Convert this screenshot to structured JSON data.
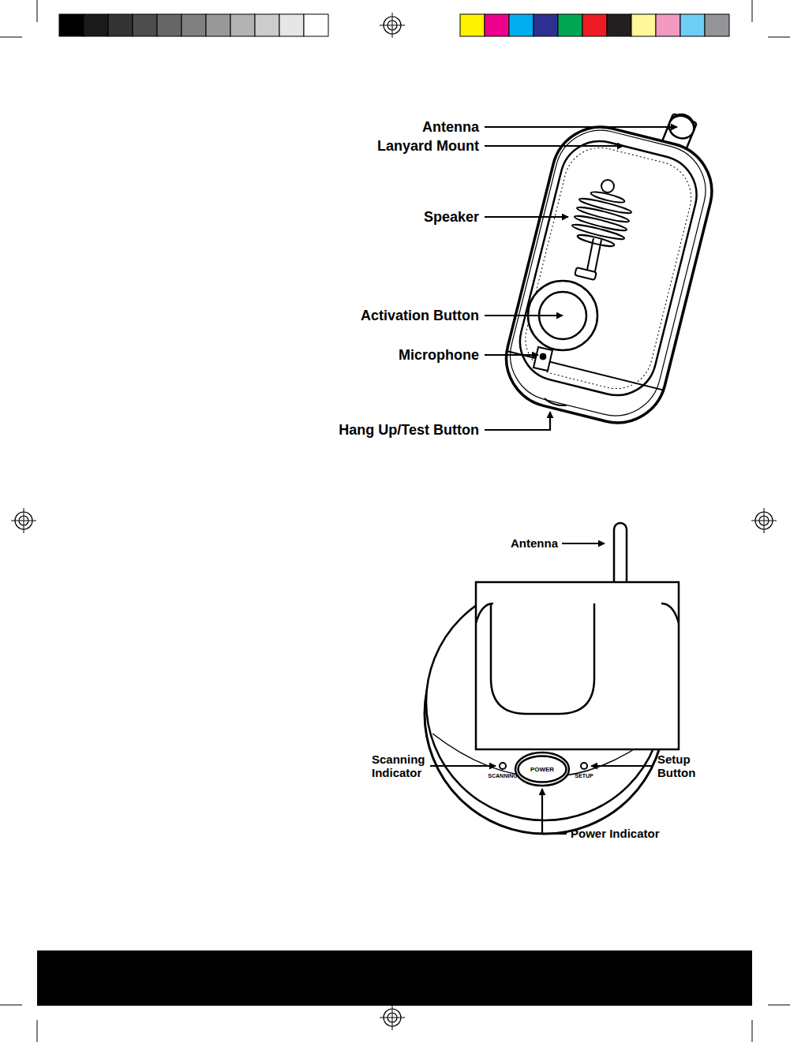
{
  "diagram": {
    "nodes": [
      {
        "text": [
          "POWER"
        ]
      }
    ],
    "labels": [
      "Antenna",
      "Lanyard Mount",
      "Speaker",
      "Activation Button",
      "Microphone",
      "Hang Up/Test Button",
      "Antenna",
      "Scanning Indicator",
      "SCANNING",
      "SETUP",
      "Setup Button",
      "Power Indicator"
    ]
  }
}
